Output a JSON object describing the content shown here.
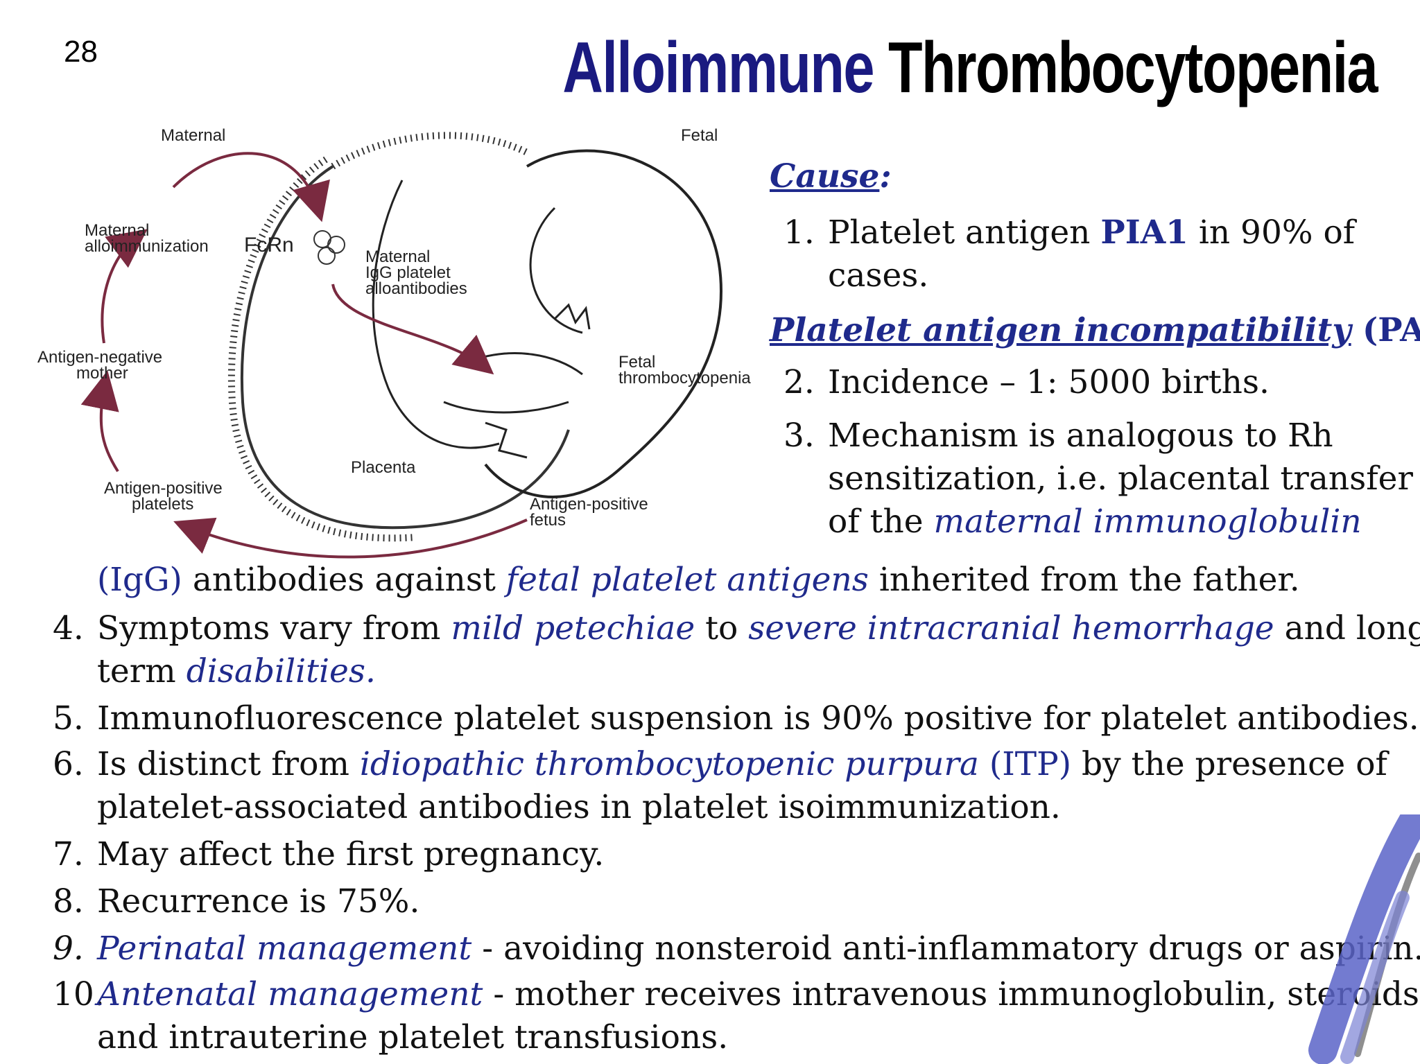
{
  "slide_number": "28",
  "title": {
    "part1": "Alloimmune",
    "part2": "Thrombocytopenia"
  },
  "diagram": {
    "labels": {
      "maternal": "Maternal",
      "fetal": "Fetal",
      "maternal_alloimmunization": [
        "Maternal",
        "alloimmunization"
      ],
      "fcrn": "FcRn",
      "maternal_igg": [
        "Maternal",
        "IgG platelet",
        "alloantibodies"
      ],
      "antigen_negative_mother": [
        "Antigen-negative",
        "mother"
      ],
      "fetal_thrombocytopenia": [
        "Fetal",
        "thrombocytopenia"
      ],
      "placenta": "Placenta",
      "antigen_positive_platelets": [
        "Antigen-positive",
        "platelets"
      ],
      "antigen_positive_fetus": [
        "Antigen-positive",
        "fetus"
      ]
    }
  },
  "content": {
    "cause_heading": "Cause",
    "cause_colon": ":",
    "item1": {
      "num": "1.",
      "pre": "Platelet antigen ",
      "bold": "PIA1",
      "post": "  in 90% of",
      "line2": "cases."
    },
    "pai_heading": "Platelet antigen incompatibility",
    "pai_suffix": " (PAI):",
    "item2": {
      "num": "2.",
      "text": "Incidence – 1: 5000 births."
    },
    "item3": {
      "num": "3.",
      "line1": "Mechanism is analogous to Rh",
      "line2": "sensitization, i.e. placental transfer",
      "line3_pre": "of the ",
      "line3_it": "maternal immunoglobulin",
      "line4_igg": "(IgG)",
      "line4_mid": " antibodies against ",
      "line4_it": "fetal platelet antigens",
      "line4_post": " inherited from the father."
    },
    "item4": {
      "num": "4.",
      "pre": "Symptoms vary from ",
      "it1": "mild petechiae",
      "mid": " to ",
      "it2": "severe intracranial hemorrhage",
      "post": " and long-",
      "line2_pre": "term ",
      "line2_it": "disabilities."
    },
    "item5": {
      "num": "5.",
      "text": "Immunofluorescence platelet suspension is 90% positive for platelet antibodies."
    },
    "item6": {
      "num": "6.",
      "pre": "Is distinct from ",
      "it": "idiopathic thrombocytopenic purpura",
      "abbr": " (ITP)",
      "post": " by the presence of",
      "line2": "platelet-associated antibodies in platelet isoimmunization."
    },
    "item7": {
      "num": "7.",
      "text": "May affect the first pregnancy."
    },
    "item8": {
      "num": "8.",
      "text": "Recurrence is 75%."
    },
    "item9": {
      "num": "9.",
      "it": "Perinatal management",
      "post": " - avoiding nonsteroid anti-inflammatory drugs or aspirin."
    },
    "item10": {
      "num": "10.",
      "it": "Antenatal management",
      "post": "  - mother receives intravenous immunoglobulin, steroids,",
      "line2": "and intrauterine platelet transfusions."
    }
  },
  "colors": {
    "accent_blue": "#1f2a8c",
    "title_blue": "#1a1a80",
    "arrow": "#7a2a40"
  }
}
